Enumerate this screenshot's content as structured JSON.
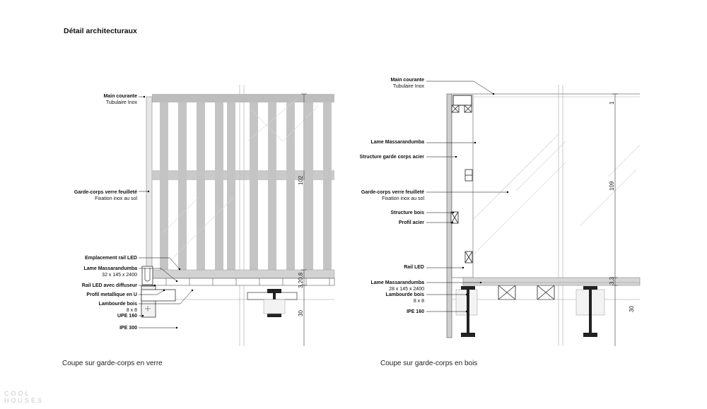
{
  "title": "Détail architecturaux",
  "left": {
    "caption": "Coupe sur garde-corps en verre",
    "labels": [
      {
        "bold": "Main courante",
        "sub": "Tubulaire Inox"
      },
      {
        "bold": "Garde-corps verre feuilleté",
        "sub": "Fixation inox au sol"
      },
      {
        "bold": "Emplacement rail LED",
        "sub": ""
      },
      {
        "bold": "Lame Massarandumba",
        "sub": "32 x 145 x 2400"
      },
      {
        "bold": "Rail LED avec diffuseur",
        "sub": ""
      },
      {
        "bold": "Profil metallique en U",
        "sub": ""
      },
      {
        "bold": "Lambourde bois",
        "sub": "8 x 8"
      },
      {
        "bold": "UPE 160",
        "sub": ""
      },
      {
        "bold": "IPE 300",
        "sub": ""
      }
    ],
    "dims": [
      "102",
      "3,20,8",
      "30"
    ]
  },
  "right": {
    "caption": "Coupe sur garde-corps en bois",
    "labels": [
      {
        "bold": "Main courante",
        "sub": "Tubulaire Inox"
      },
      {
        "bold": "Lame Massarandumba",
        "sub": ""
      },
      {
        "bold": "Structure garde corps acier",
        "sub": ""
      },
      {
        "bold": "Garde-corps verre feuilleté",
        "sub": "Fixation inox au sol"
      },
      {
        "bold": "Structure bois",
        "sub": ""
      },
      {
        "bold": "Profil acier",
        "sub": ""
      },
      {
        "bold": "Rail LED",
        "sub": ""
      },
      {
        "bold": "Lame Massarandumba",
        "sub": "28 x 145 x 2400"
      },
      {
        "bold": "Lambourde bois",
        "sub": "8 x 8"
      },
      {
        "bold": "IPE 160",
        "sub": ""
      }
    ],
    "dims": [
      "1",
      "109",
      "3,3",
      "30"
    ]
  },
  "watermark": {
    "line1": "COOL",
    "line2": "HOUSES"
  }
}
